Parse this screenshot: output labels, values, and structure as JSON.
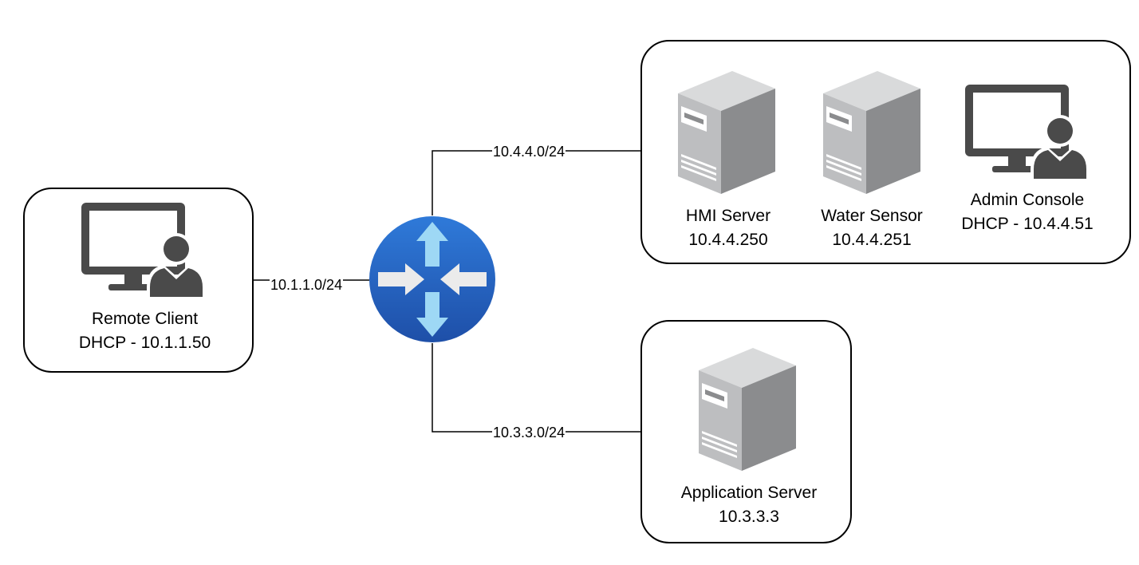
{
  "nodes": {
    "remote_client": {
      "name": "Remote Client",
      "address": "DHCP - 10.1.1.50",
      "icon": "workstation-user-icon"
    },
    "router": {
      "icon": "router-icon",
      "color": "#2A6CCB"
    },
    "hmi_server": {
      "name": "HMI Server",
      "address": "10.4.4.250",
      "icon": "server-tower-icon"
    },
    "water_sensor": {
      "name": "Water Sensor",
      "address": "10.4.4.251",
      "icon": "server-tower-icon"
    },
    "admin_console": {
      "name": "Admin Console",
      "address": "DHCP - 10.4.4.51",
      "icon": "workstation-user-icon"
    },
    "application_server": {
      "name": "Application Server",
      "address": "10.3.3.3",
      "icon": "server-tower-icon"
    }
  },
  "links": [
    {
      "from": "remote_client",
      "to": "router",
      "label": "10.1.1.0/24"
    },
    {
      "from": "router",
      "to": "subnet_10_4_4",
      "label": "10.4.4.0/24"
    },
    {
      "from": "router",
      "to": "application_server",
      "label": "10.3.3.0/24"
    }
  ],
  "colors": {
    "icon_dark": "#4A4A4A",
    "server_light": "#BDBEC0",
    "server_side": "#8B8C8E",
    "router_arrow_light": "#9ED8F5",
    "router_arrow_white": "#EBEBEB"
  }
}
